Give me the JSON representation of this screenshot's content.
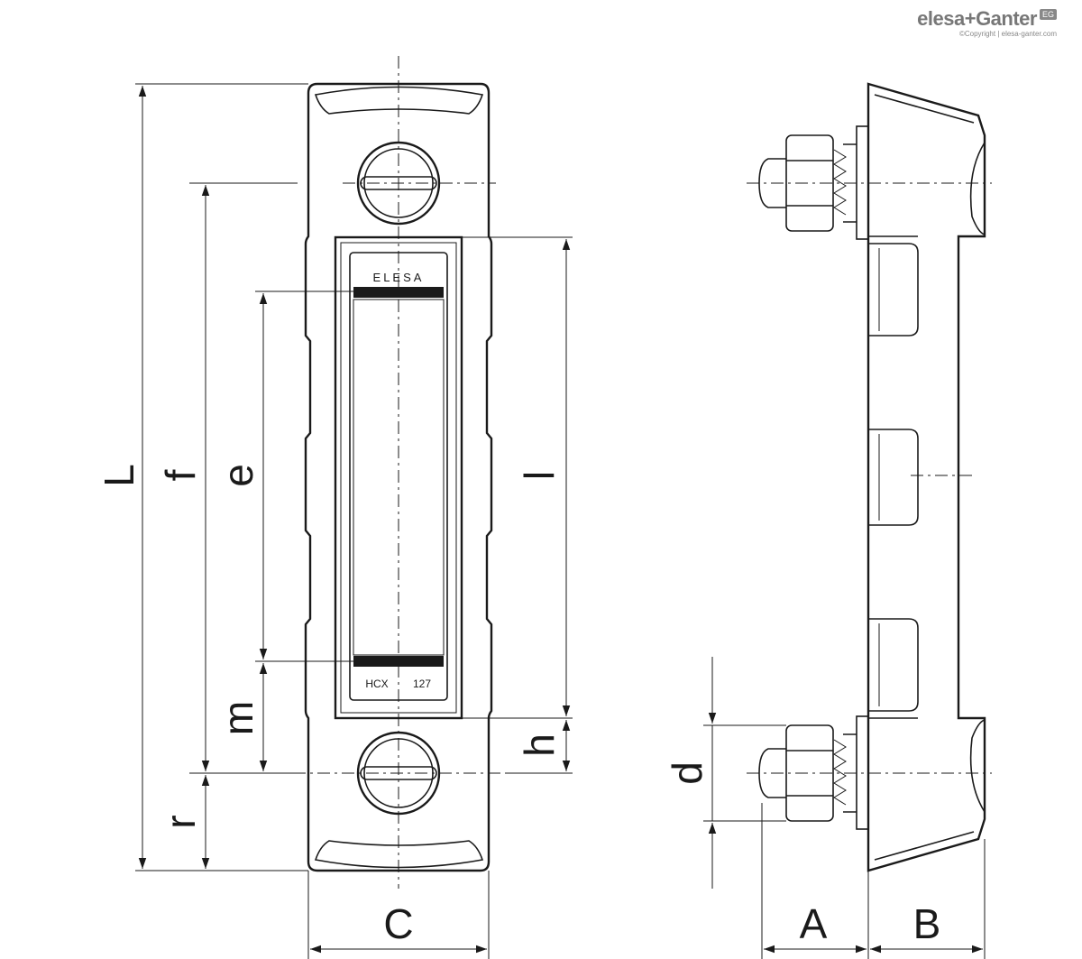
{
  "brand": {
    "name": "elesa+Ganter",
    "badge": "EG",
    "copyright": "©Copyright | elesa-ganter.com"
  },
  "indicator_labels": {
    "brand": "ELESA",
    "model": "HCX",
    "size": "127"
  },
  "dimensions": {
    "L": "L",
    "f": "f",
    "e": "e",
    "l": "l",
    "m": "m",
    "h": "h",
    "r": "r",
    "d": "d",
    "C": "C",
    "A": "A",
    "B": "B"
  }
}
